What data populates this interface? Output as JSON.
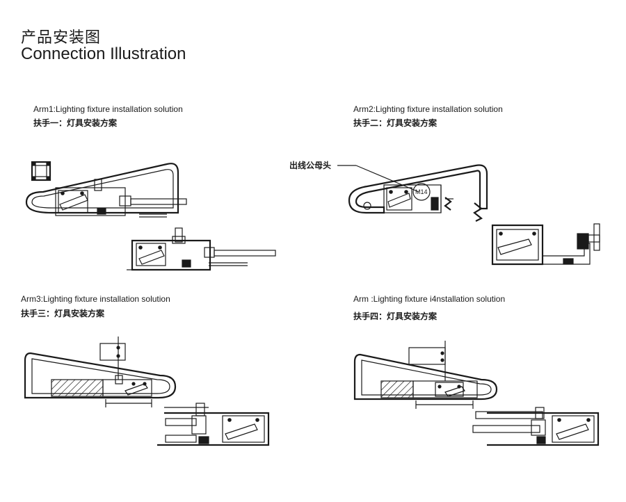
{
  "title": {
    "cn": "产品安装图",
    "en": "Connection Illustration"
  },
  "panels": [
    {
      "en": "Arm1:Lighting fixture installation solution",
      "cn": "扶手一：灯具安装方案"
    },
    {
      "en": "Arm2:Lighting fixture installation solution",
      "cn": "扶手二：灯具安装方案",
      "callout": "出线公母头",
      "connector_label": "M14"
    },
    {
      "en": "Arm3:Lighting fixture installation solution",
      "cn": "扶手三：灯具安装方案"
    },
    {
      "en": "Arm  :Lighting fixture i4nstallation solution",
      "cn": "扶手四：灯具安装方案"
    }
  ]
}
